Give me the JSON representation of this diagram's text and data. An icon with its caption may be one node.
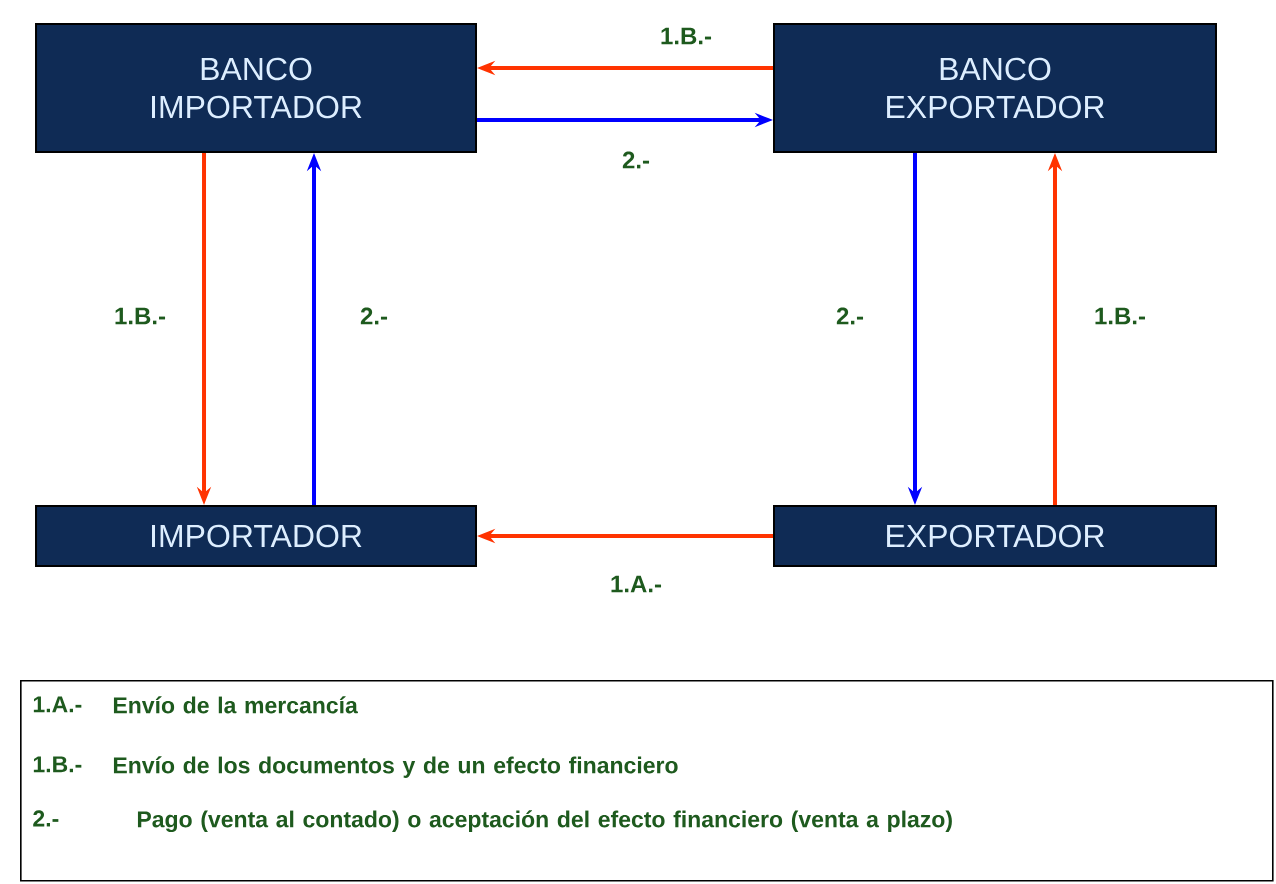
{
  "diagram": {
    "nodes": [
      {
        "text": [
          "BANCO IMPORTADOR"
        ]
      },
      {
        "text": [
          "BANCO EXPORTADOR"
        ]
      },
      {
        "text": [
          "IMPORTADOR"
        ]
      },
      {
        "text": [
          "EXPORTADOR"
        ]
      },
      {
        "text": [
          "1.A.-",
          "Envío de la mercancía",
          "1.B.-",
          "Envío de los documentos y de un efecto financiero",
          "2.-",
          "Pago (venta al contado) o aceptación del efecto financiero (venta a plazo)"
        ]
      }
    ],
    "edges": [
      {
        "from": 1,
        "to": 0,
        "arrow": "to",
        "label": "1.B.-"
      },
      {
        "from": 0,
        "to": 1,
        "arrow": "to",
        "label": "2.-",
        "color": "#0000ff"
      },
      {
        "from": 0,
        "to": 2,
        "arrow": "to",
        "label": "1.B.-"
      },
      {
        "from": 2,
        "to": 0,
        "arrow": "to",
        "label": "2.-",
        "color": "#0000ff"
      },
      {
        "from": 1,
        "to": 3,
        "arrow": "to",
        "label": "2.-",
        "color": "#0000ff"
      },
      {
        "from": 3,
        "to": 1,
        "arrow": "to",
        "label": "1.B.-"
      },
      {
        "from": 3,
        "to": 2,
        "arrow": "to",
        "label": "1.A.-"
      }
    ]
  }
}
